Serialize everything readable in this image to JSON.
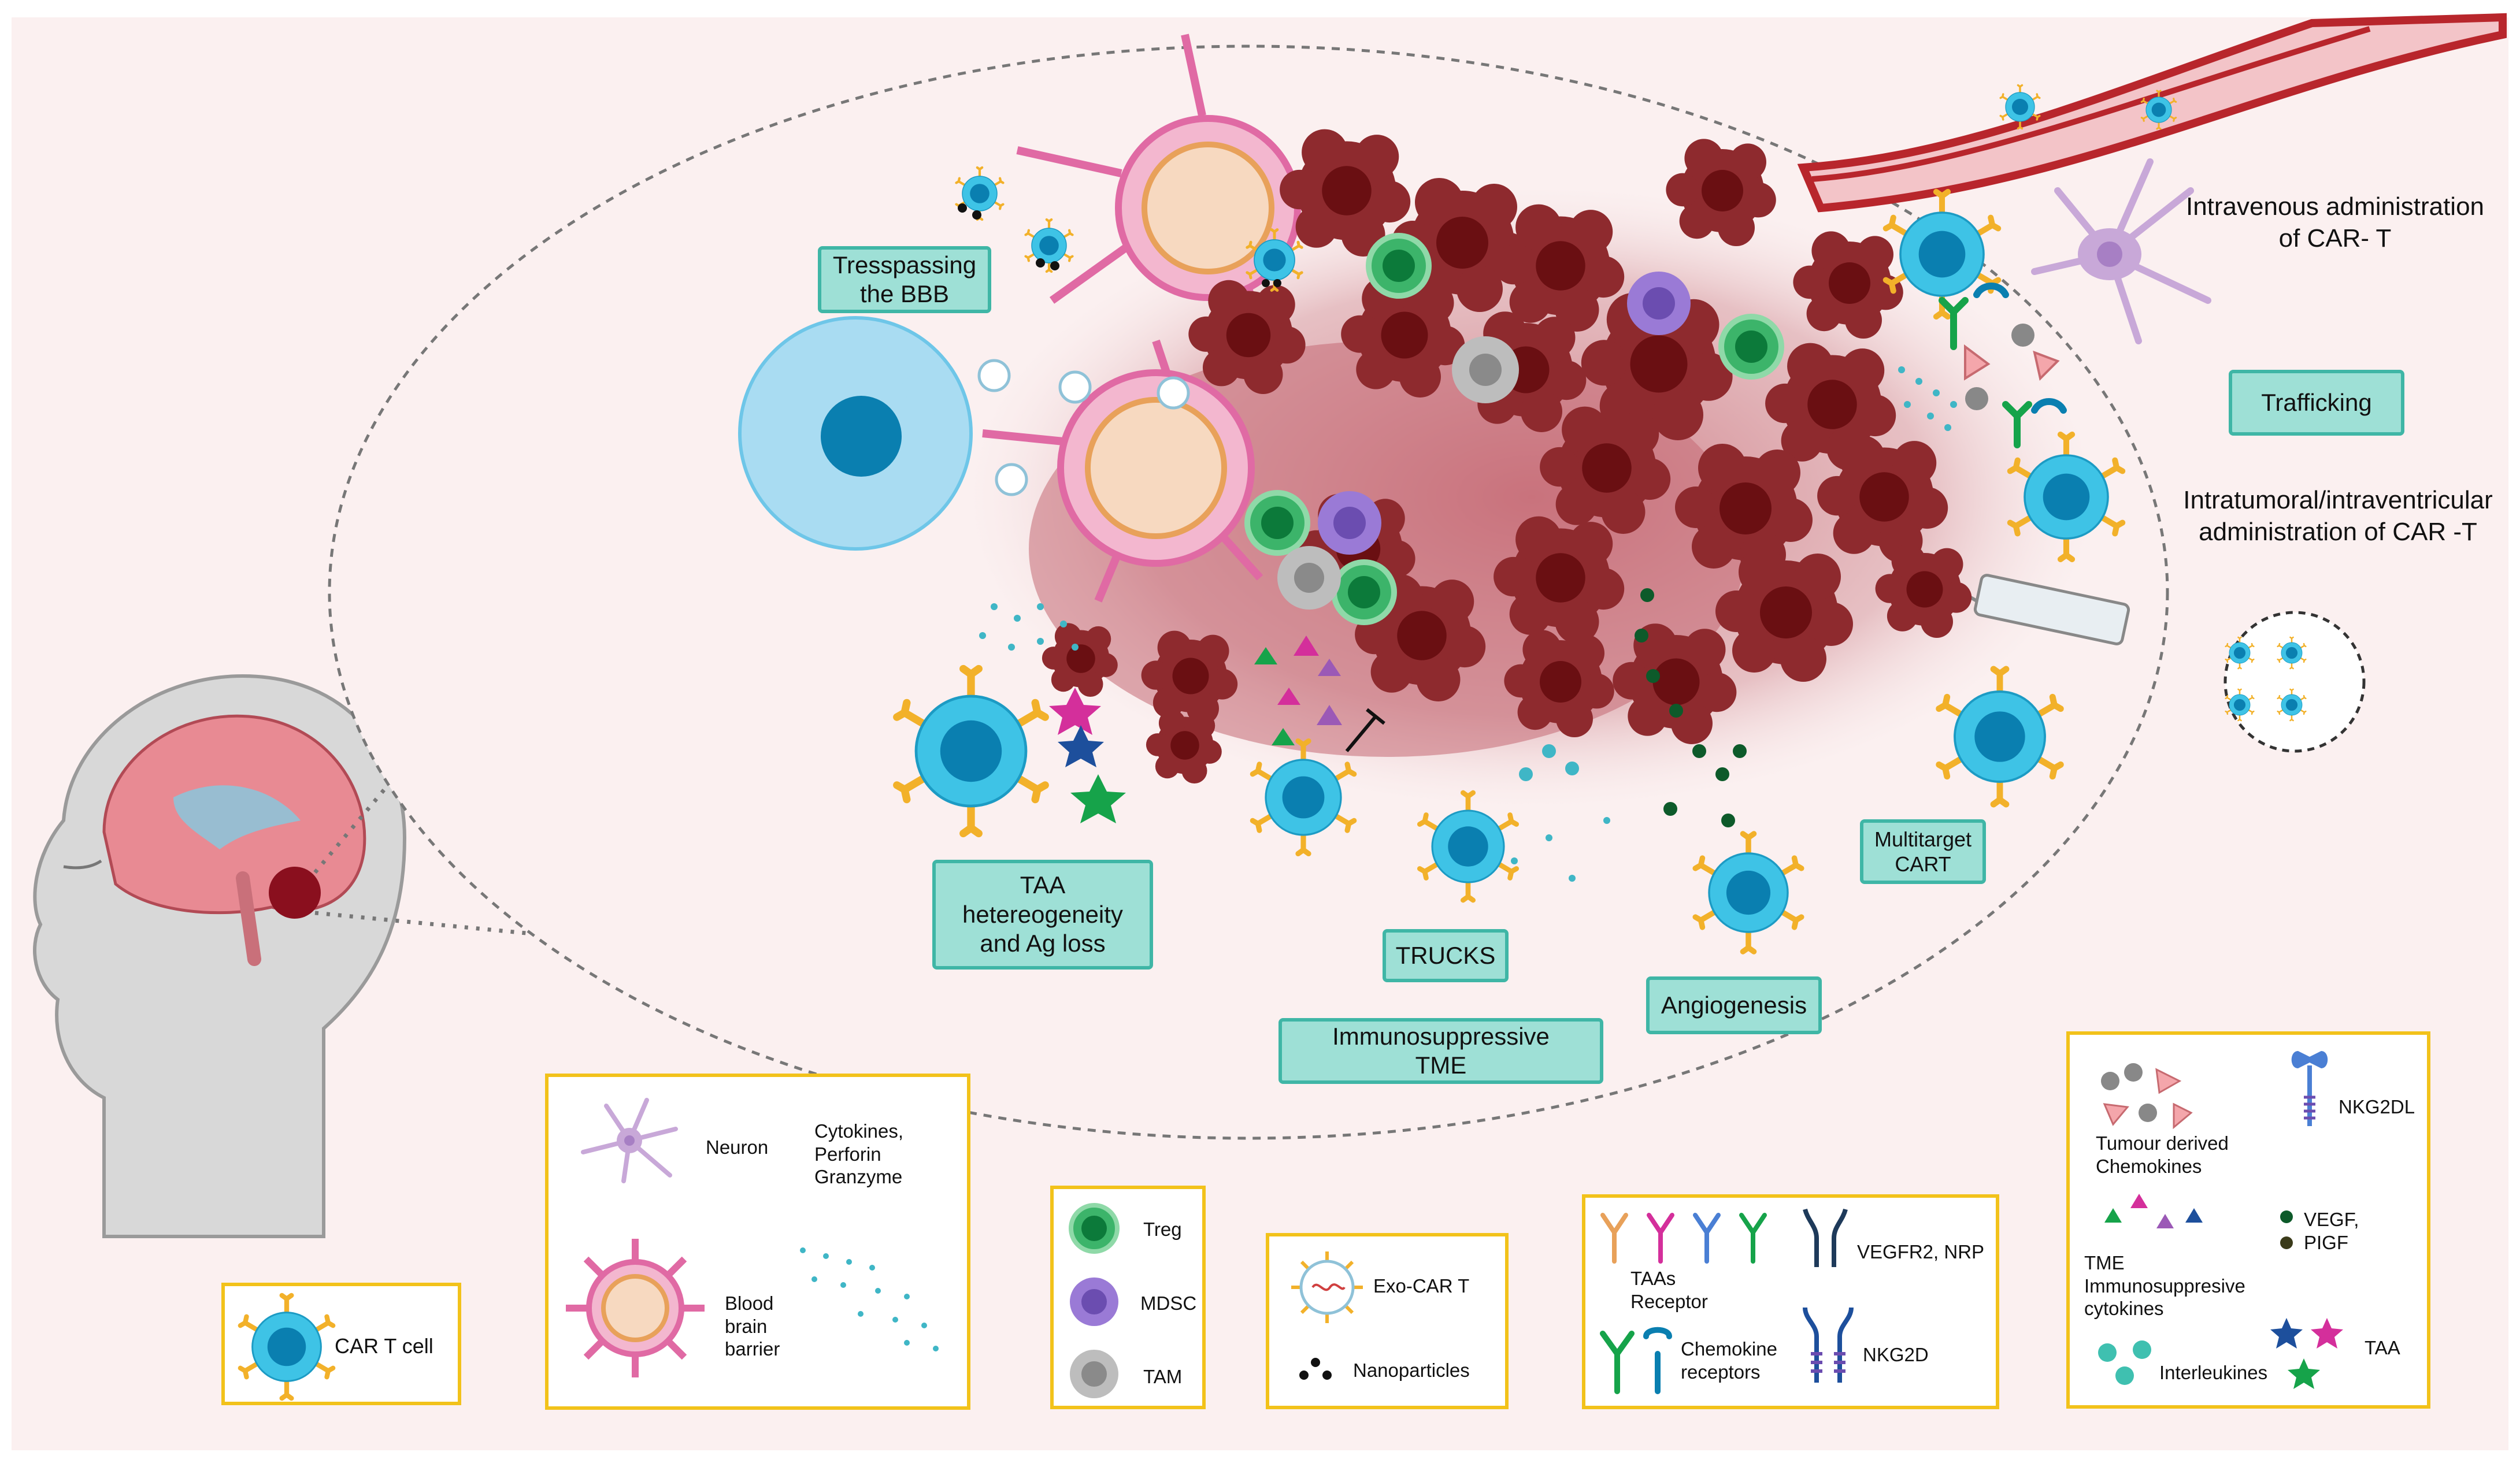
{
  "labels": {
    "trespassing": "Tresspassing\nthe BBB",
    "taa_heterogeneity": "TAA\nhetereogeneity\nand Ag loss",
    "trucks": "TRUCKS",
    "immunosuppressive_tme": "Immunosuppressive\nTME",
    "angiogenesis": "Angiogenesis",
    "multitarget": "Multitarget\nCART",
    "trafficking": "Trafficking"
  },
  "side_text": {
    "intravenous": "Intravenous administration\nof CAR- T",
    "intratumoral": "Intratumoral/intraventricular\nadministration of CAR -T"
  },
  "legend": {
    "car_t_cell": "CAR T cell",
    "neuron": "Neuron",
    "cytokines": "Cytokines,\nPerforin\nGranzyme",
    "bbb": "Blood\nbrain\nbarrier",
    "treg": "Treg",
    "mdsc": "MDSC",
    "tam": "TAM",
    "exo_car_t": "Exo-CAR T",
    "nanoparticles": "Nanoparticles",
    "taas_receptor": "TAAs\nReceptor",
    "vegfr2_nrp": "VEGFR2, NRP",
    "chemokine_receptors": "Chemokine\nreceptors",
    "nkg2d": "NKG2D",
    "tumour_chemokines": "Tumour derived\nChemokines",
    "nkg2dl": "NKG2DL",
    "tme_cytokines": "TME\nImmunosuppresive\ncytokines",
    "vegf_pigf": "VEGF,\nPIGF",
    "interleukines": "Interleukines",
    "taa": "TAA"
  },
  "colors": {
    "background_panel": "#fbf0f0",
    "label_fill": "#9ee0d6",
    "label_border": "#3fb6a6",
    "legend_border": "#f2c21a",
    "car_t_outer": "#3ec3e6",
    "car_t_nucleus": "#0a7fb0",
    "tumour_cell": "#8e2a2e",
    "tumour_nucleus": "#6a0f12",
    "treg": "#3cb46a",
    "mdsc": "#9a7ad6",
    "tam": "#bdbdbd",
    "vessel": "#b8262c",
    "bbb": "#e06aa4"
  }
}
